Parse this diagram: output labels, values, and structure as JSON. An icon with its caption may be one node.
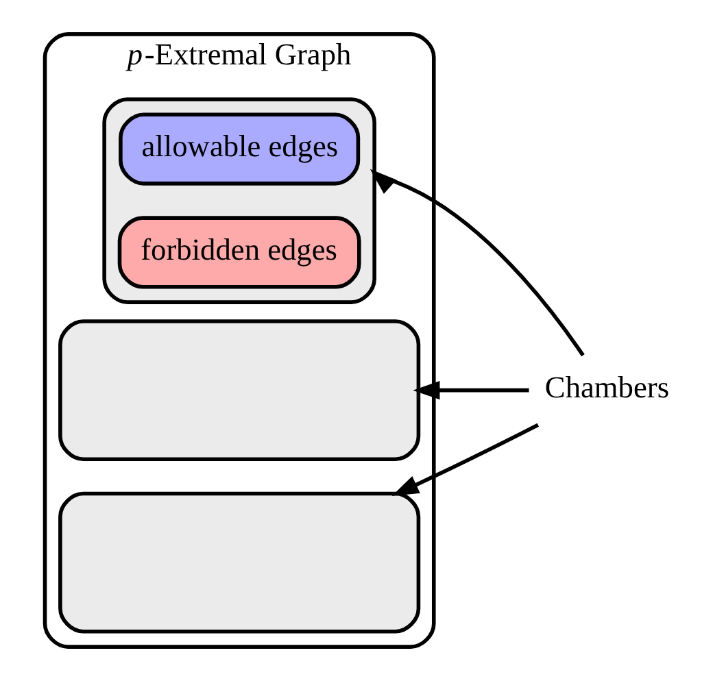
{
  "diagram": {
    "nodes": [
      {
        "text": [
          "*p*-Extremal Graph"
        ]
      },
      {
        "text": [],
        "shape": "box",
        "in": 0
      },
      {
        "text": [],
        "shape": "box",
        "in": 0
      },
      {
        "text": [
          "allowable edges"
        ],
        "in": 2
      },
      {
        "text": [
          "forbidden edges"
        ],
        "in": 2
      },
      {
        "text": [],
        "shape": "box",
        "in": 0
      },
      {
        "text": [
          "Chambers"
        ]
      }
    ],
    "edges": [
      {
        "from": 6,
        "to": 1,
        "arrow": "to"
      },
      {
        "from": 6,
        "to": 2,
        "arrow": "to"
      },
      {
        "from": 6,
        "to": 5,
        "arrow": "to"
      }
    ]
  }
}
